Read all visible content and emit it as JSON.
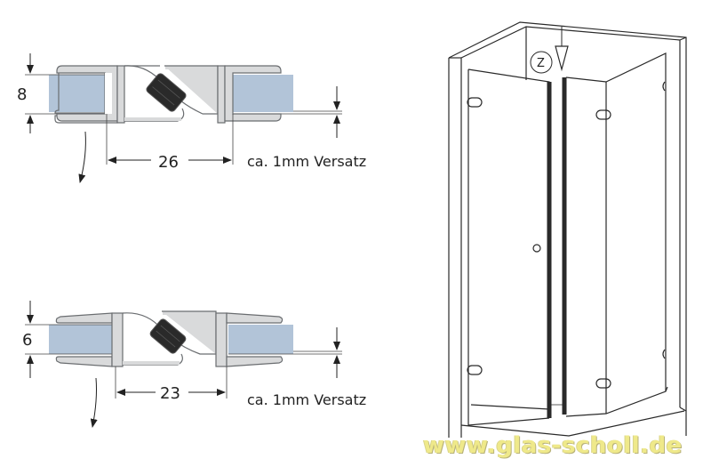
{
  "top_profile": {
    "thickness_label": "8",
    "width_label": "26",
    "offset_note": "ca. 1mm Versatz"
  },
  "bottom_profile": {
    "thickness_label": "6",
    "width_label": "23",
    "offset_note": "ca. 1mm Versatz"
  },
  "shower": {
    "detail_marker": "Z"
  },
  "colors": {
    "glass": "#b2c4d8",
    "profile_fill": "#d9dadb",
    "profile_stroke": "#6a6d70",
    "magnet": "#2a2a2a",
    "watermark": "#efe98a"
  },
  "watermark": "www.glas-scholl.de"
}
